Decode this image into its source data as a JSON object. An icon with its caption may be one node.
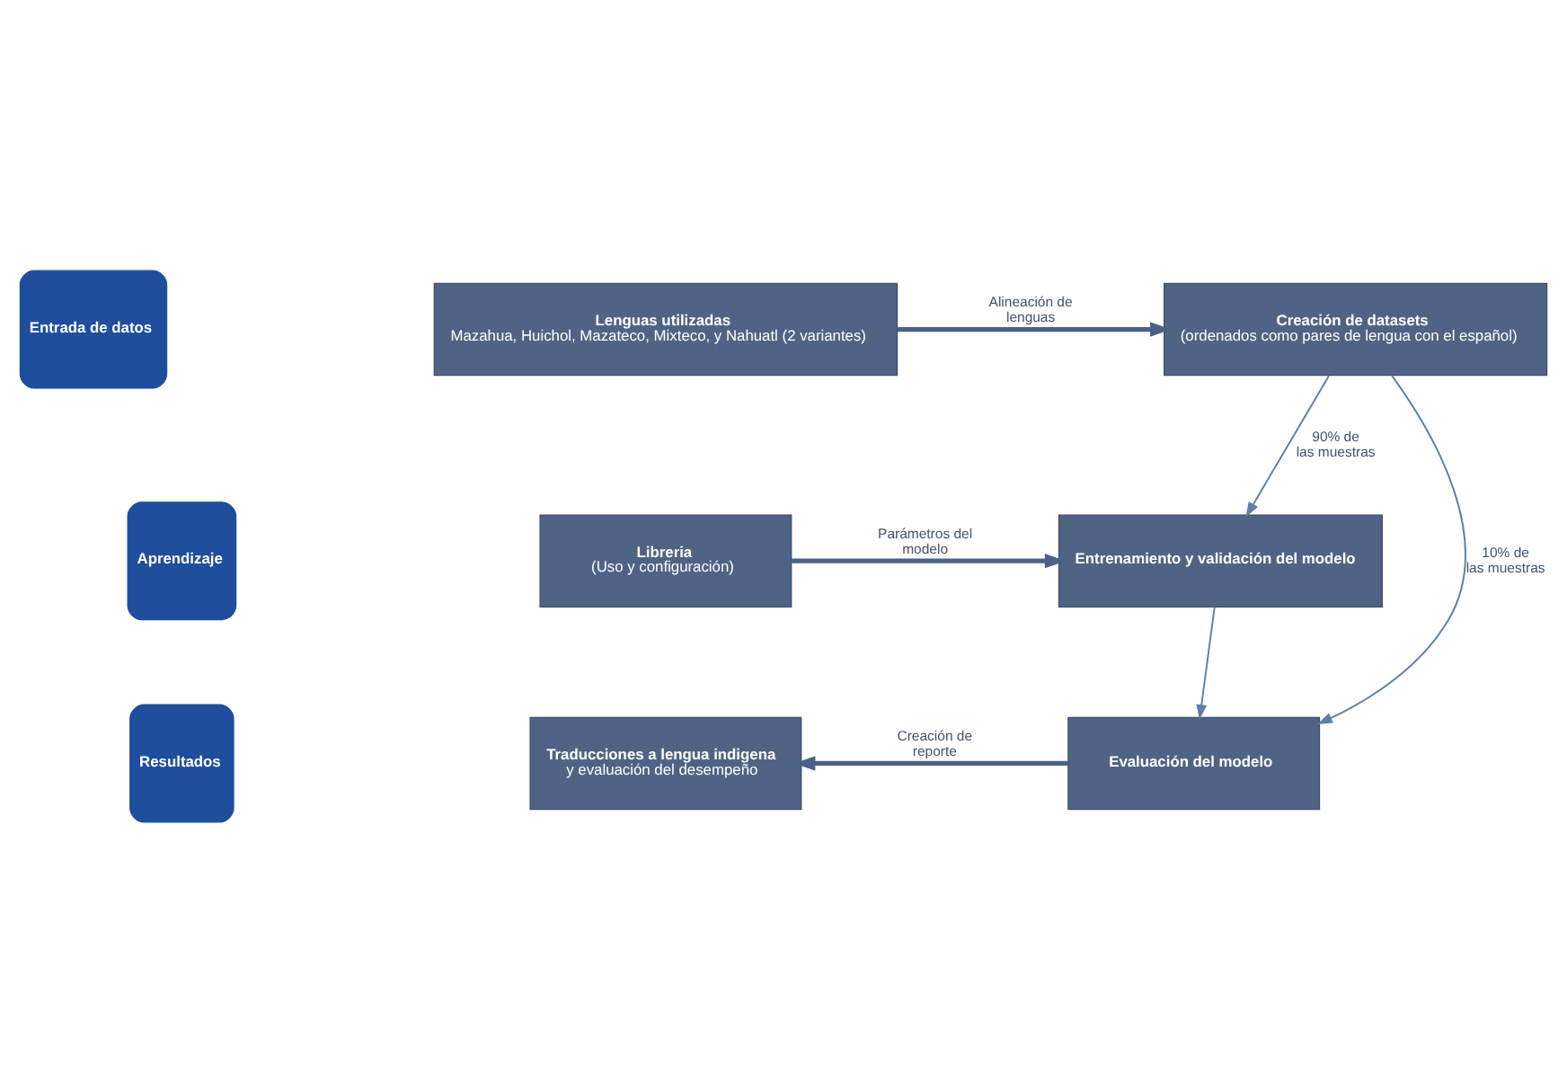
{
  "diagram": {
    "nodes": [
      {
        "text": [
          "Entrada de datos"
        ]
      },
      {
        "text": [
          "Lenguas utilizadas",
          "Mazahua, Huichol, Mazateco, Mixteco, y Nahuatl (2 variantes)"
        ]
      },
      {
        "text": [
          "Creación de datasets",
          "(ordenados como pares de lengua con el español)"
        ]
      },
      {
        "text": [
          "Aprendizaje"
        ]
      },
      {
        "text": [
          "Libreria",
          "(Uso y configuración)"
        ]
      },
      {
        "text": [
          "Entrenamiento y validación del modelo"
        ]
      },
      {
        "text": [
          "Resultados"
        ]
      },
      {
        "text": [
          "Traducciones a lengua indigena",
          "y evaluación del desempeño"
        ]
      },
      {
        "text": [
          "Evaluación del modelo"
        ]
      }
    ],
    "edges": [
      {
        "from": 1,
        "to": 2,
        "arrow": "to",
        "label": "Alineación de lenguas",
        "style": "thick"
      },
      {
        "from": 2,
        "to": 5,
        "arrow": "to",
        "label": "90% de las muestras"
      },
      {
        "from": 4,
        "to": 5,
        "arrow": "to",
        "label": "Parámetros del modelo",
        "style": "thick"
      },
      {
        "from": 5,
        "to": 8,
        "arrow": "to"
      },
      {
        "from": 2,
        "to": 8,
        "arrow": "to",
        "label": "10% de las muestras"
      },
      {
        "from": 8,
        "to": 7,
        "arrow": "to",
        "label": "Creación de reporte",
        "style": "thick"
      }
    ]
  }
}
